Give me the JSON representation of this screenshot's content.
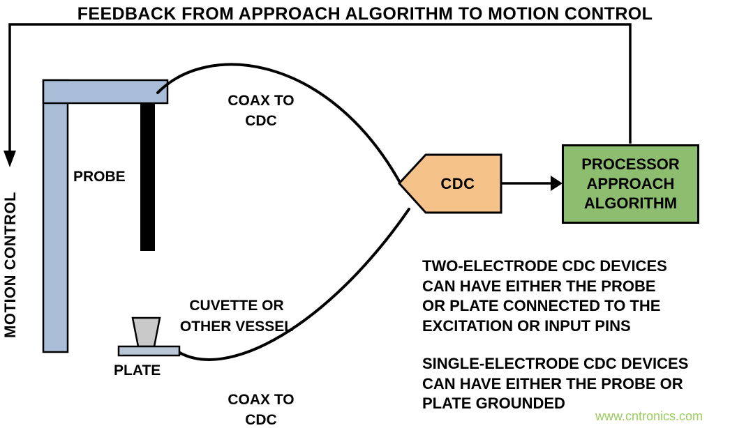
{
  "title": "FEEDBACK FROM APPROACH ALGORITHM TO MOTION CONTROL",
  "left_axis": {
    "label": "MOTION CONTROL"
  },
  "apparatus": {
    "probe_label": "PROBE",
    "plate_label": "PLATE",
    "cuvette_label": "CUVETTE OR\nOTHER VESSEL"
  },
  "wires": {
    "coax_top_label": "COAX TO\nCDC",
    "coax_bottom_label": "COAX TO\nCDC"
  },
  "cdc": {
    "label": "CDC"
  },
  "processor": {
    "label": "PROCESSOR\nAPPROACH\nALGORITHM"
  },
  "notes": {
    "two_electrode": "TWO-ELECTRODE CDC DEVICES\nCAN HAVE EITHER THE PROBE\nOR PLATE CONNECTED TO THE\nEXCITATION OR INPUT PINS",
    "single_electrode": "SINGLE-ELECTRODE CDC DEVICES\nCAN HAVE EITHER THE PROBE OR\nPLATE GROUNDED"
  },
  "watermark": "www.cntronics.com",
  "colors": {
    "background": "#ffffff",
    "arm": "#a9bdd9",
    "probe": "#000000",
    "cuvette": "#c9c9c9",
    "plate": "#b9c6d8",
    "cdc_fill": "#f5c289",
    "processor_fill": "#8dbd6f",
    "line": "#000000",
    "watermark_text": "#9ccd5e"
  }
}
